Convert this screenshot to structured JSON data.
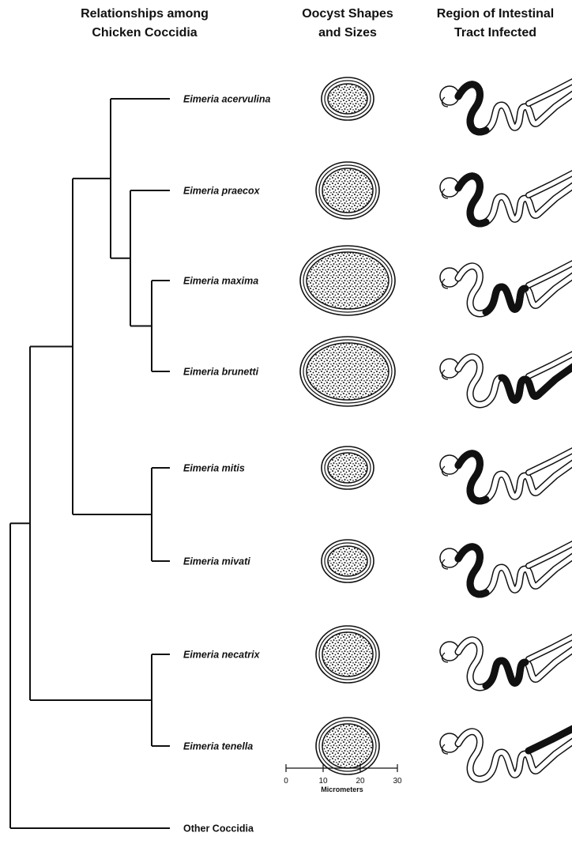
{
  "headers": {
    "relationships": [
      "Relationships among",
      "Chicken Coccidia"
    ],
    "oocyst": [
      "Oocyst Shapes",
      "and Sizes"
    ],
    "region": [
      "Region of Intestinal",
      "Tract Infected"
    ]
  },
  "species": [
    {
      "name": "Eimeria acervulina",
      "oocyst_size": "small",
      "infected_region": "duodenum"
    },
    {
      "name": "Eimeria praecox",
      "oocyst_size": "medium",
      "infected_region": "duodenum"
    },
    {
      "name": "Eimeria maxima",
      "oocyst_size": "large",
      "infected_region": "midgut"
    },
    {
      "name": "Eimeria brunetti",
      "oocyst_size": "large",
      "infected_region": "lower intestine"
    },
    {
      "name": "Eimeria mitis",
      "oocyst_size": "small",
      "infected_region": "duodenum"
    },
    {
      "name": "Eimeria mivati",
      "oocyst_size": "small",
      "infected_region": "duodenum"
    },
    {
      "name": "Eimeria necatrix",
      "oocyst_size": "medium",
      "infected_region": "midgut"
    },
    {
      "name": "Eimeria tenella",
      "oocyst_size": "medium",
      "infected_region": "ceca"
    }
  ],
  "outgroup": "Other Coccidia",
  "scale": {
    "ticks": [
      "0",
      "10",
      "20",
      "30"
    ],
    "label": "Micrometers"
  },
  "colors": {
    "ink": "#111111",
    "background": "#ffffff"
  }
}
